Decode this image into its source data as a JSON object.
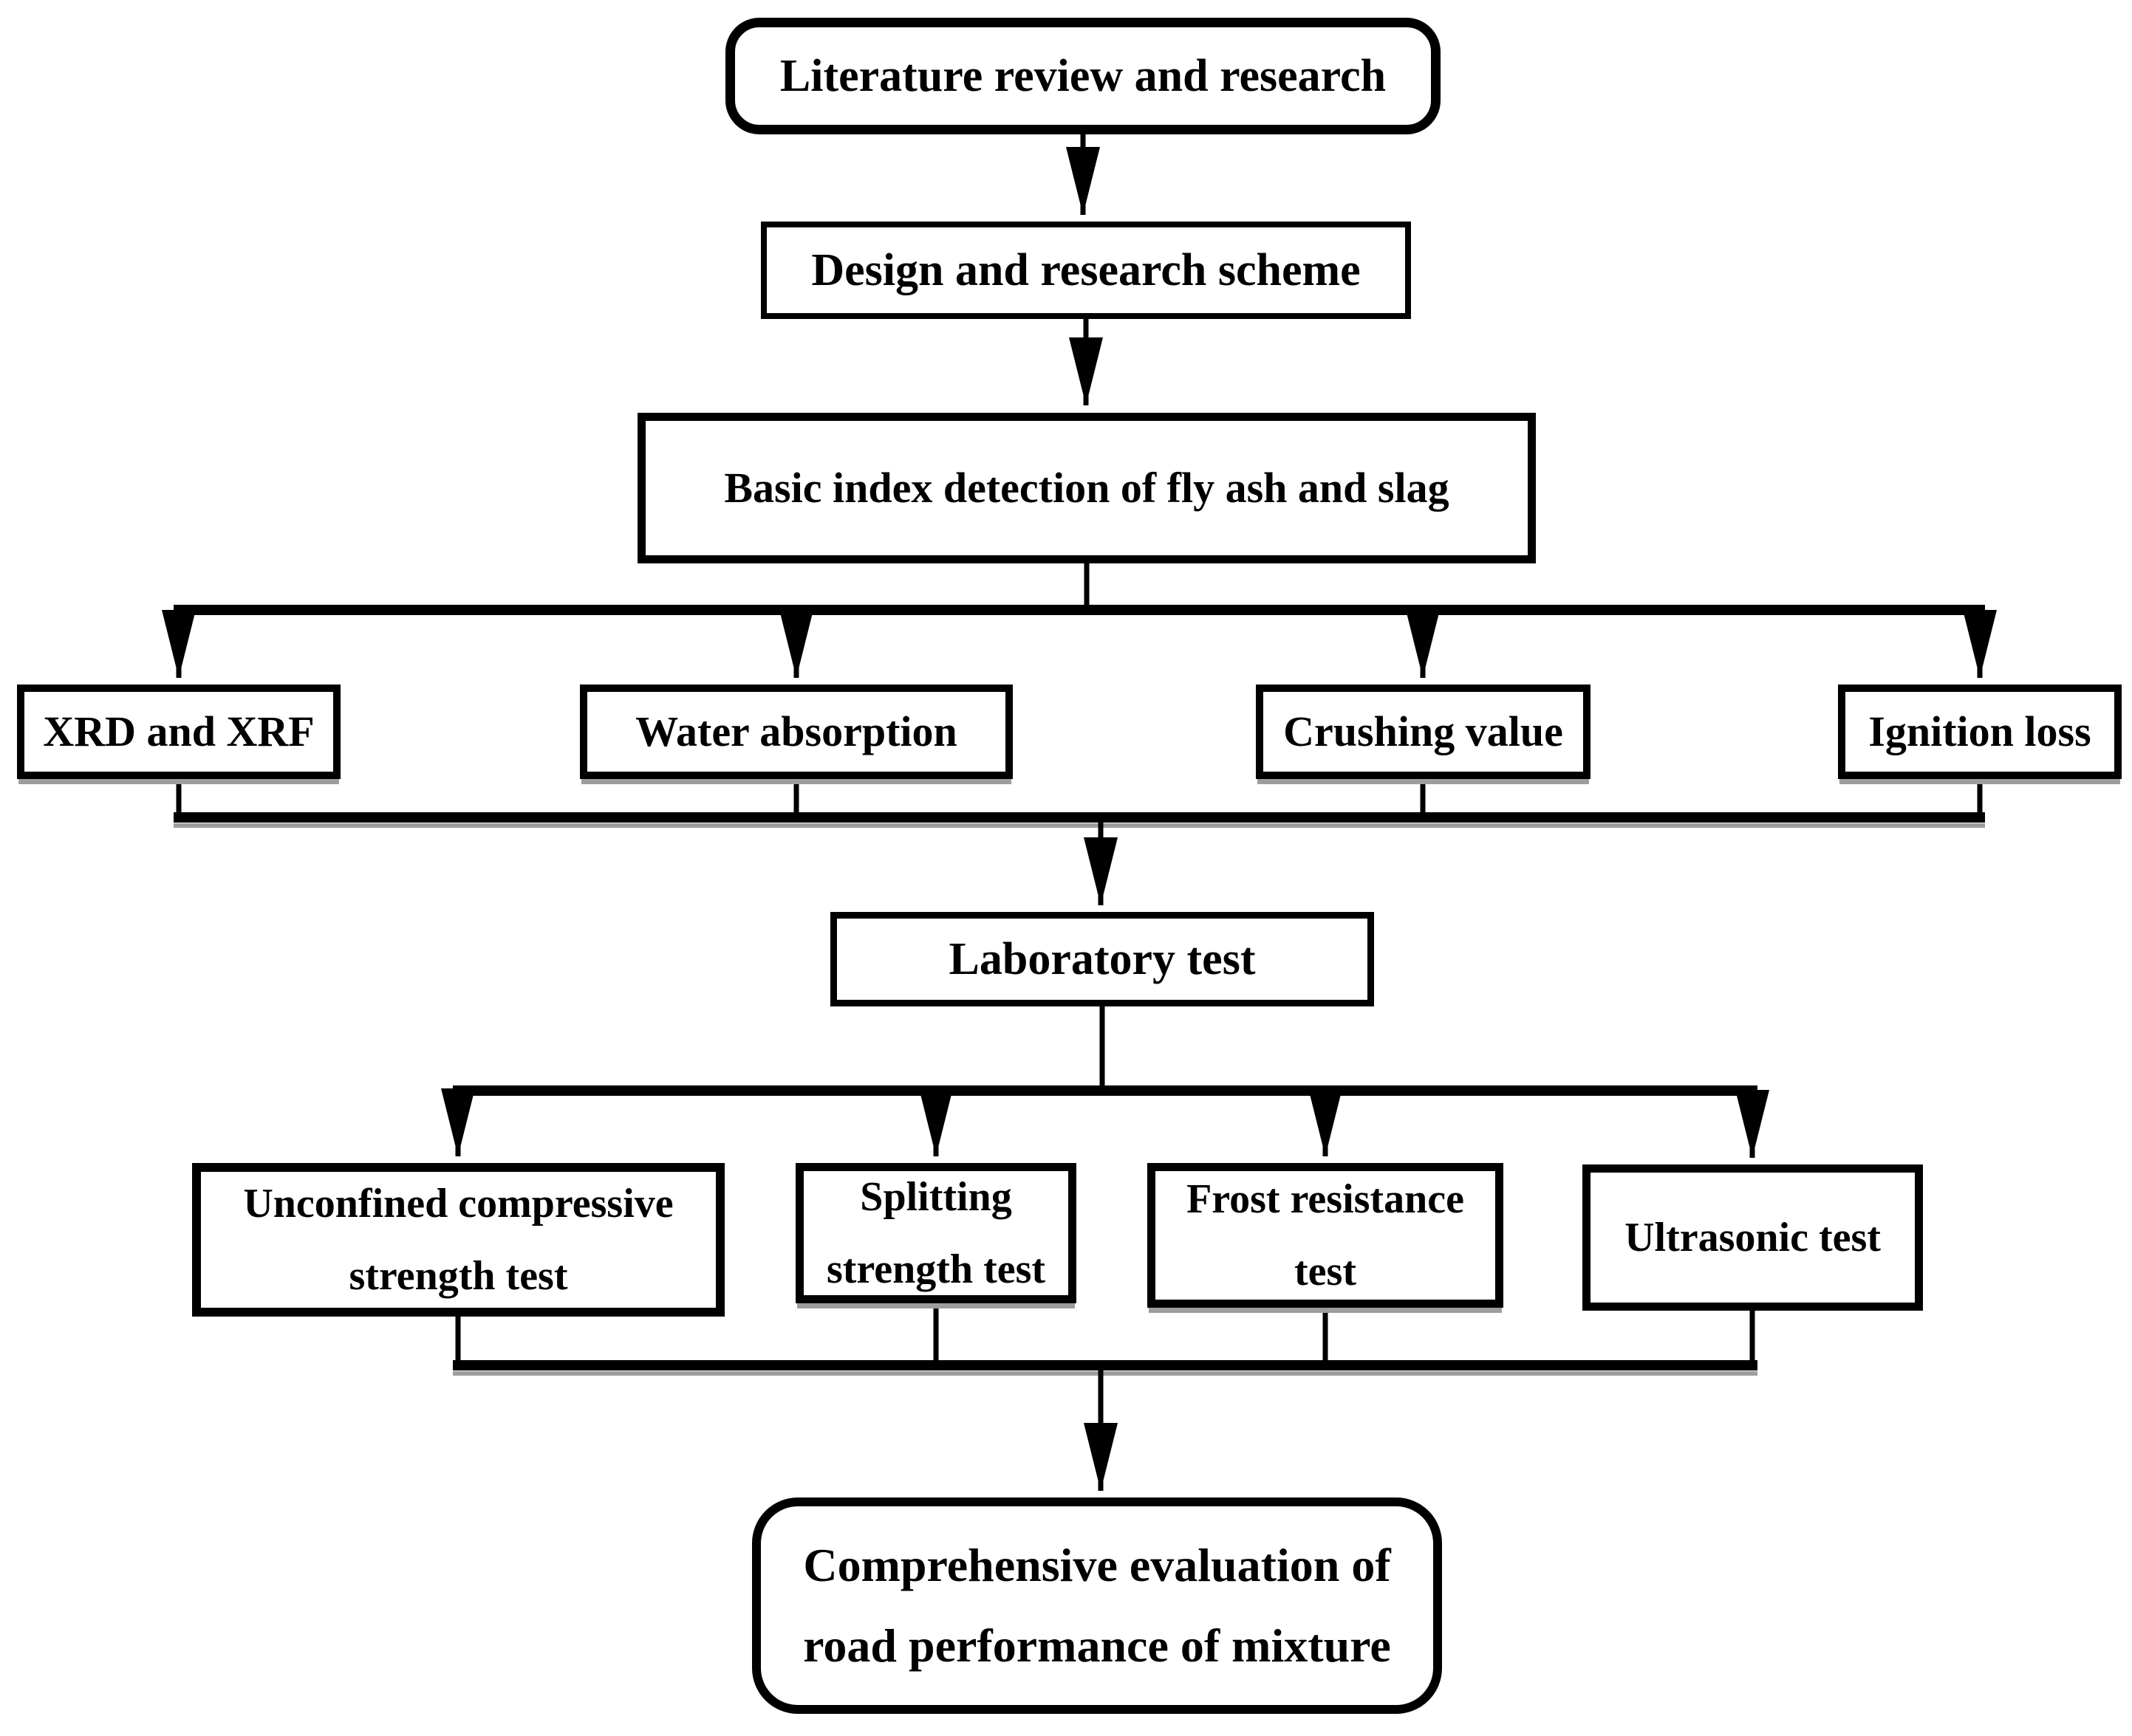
{
  "diagram": {
    "nodes": {
      "literature_review": {
        "label": "Literature review and research",
        "shape": "rounded"
      },
      "design_scheme": {
        "label": "Design and research scheme",
        "shape": "rect"
      },
      "basic_index": {
        "label": "Basic index detection of fly ash and slag",
        "shape": "rect"
      },
      "xrd_xrf": {
        "label": "XRD and XRF",
        "shape": "rect"
      },
      "water_absorption": {
        "label": "Water absorption",
        "shape": "rect"
      },
      "crushing_value": {
        "label": "Crushing value",
        "shape": "rect"
      },
      "ignition_loss": {
        "label": "Ignition loss",
        "shape": "rect"
      },
      "laboratory_test": {
        "label": "Laboratory test",
        "shape": "rect"
      },
      "unconfined_compressive": {
        "label": "Unconfined compressive\nstrength test",
        "shape": "rect"
      },
      "splitting_strength": {
        "label": "Splitting\nstrength test",
        "shape": "rect"
      },
      "frost_resistance": {
        "label": "Frost resistance\ntest",
        "shape": "rect"
      },
      "ultrasonic_test": {
        "label": "Ultrasonic test",
        "shape": "rect"
      },
      "comprehensive_evaluation": {
        "label": "Comprehensive evaluation of\nroad performance of mixture",
        "shape": "rounded"
      }
    },
    "edges": [
      {
        "from": "literature_review",
        "to": "design_scheme"
      },
      {
        "from": "design_scheme",
        "to": "basic_index"
      },
      {
        "from": "basic_index",
        "to": "xrd_xrf"
      },
      {
        "from": "basic_index",
        "to": "water_absorption"
      },
      {
        "from": "basic_index",
        "to": "crushing_value"
      },
      {
        "from": "basic_index",
        "to": "ignition_loss"
      },
      {
        "from": "xrd_xrf",
        "to": "laboratory_test"
      },
      {
        "from": "water_absorption",
        "to": "laboratory_test"
      },
      {
        "from": "crushing_value",
        "to": "laboratory_test"
      },
      {
        "from": "ignition_loss",
        "to": "laboratory_test"
      },
      {
        "from": "laboratory_test",
        "to": "unconfined_compressive"
      },
      {
        "from": "laboratory_test",
        "to": "splitting_strength"
      },
      {
        "from": "laboratory_test",
        "to": "frost_resistance"
      },
      {
        "from": "laboratory_test",
        "to": "ultrasonic_test"
      },
      {
        "from": "unconfined_compressive",
        "to": "comprehensive_evaluation"
      },
      {
        "from": "splitting_strength",
        "to": "comprehensive_evaluation"
      },
      {
        "from": "frost_resistance",
        "to": "comprehensive_evaluation"
      },
      {
        "from": "ultrasonic_test",
        "to": "comprehensive_evaluation"
      }
    ],
    "colors": {
      "line": "#000000",
      "box_border": "#000000",
      "box_fill": "#ffffff",
      "background": "#ffffff",
      "shadow": "#9d9d9d"
    }
  }
}
